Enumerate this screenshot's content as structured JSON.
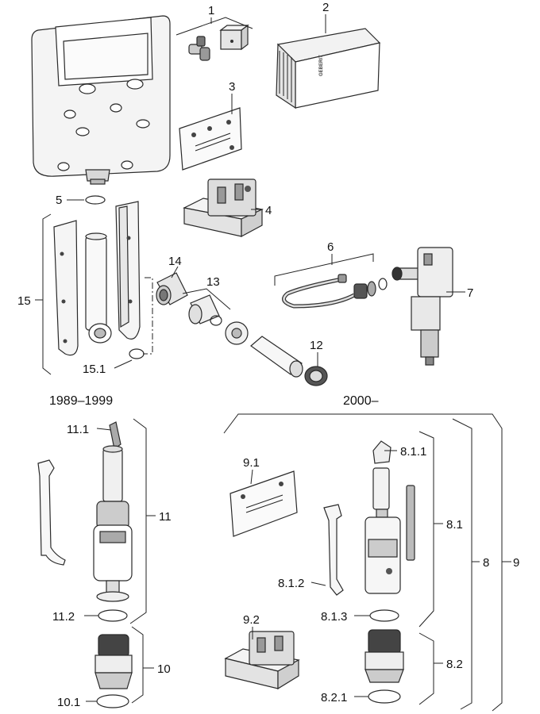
{
  "era_labels": {
    "old": "1989–1999",
    "new": "2000–"
  },
  "callouts": {
    "c1": "1",
    "c2": "2",
    "c3": "3",
    "c4": "4",
    "c5": "5",
    "c6": "6",
    "c7": "7",
    "c8": "8",
    "c9": "9",
    "c10": "10",
    "c11": "11",
    "c12": "12",
    "c13": "13",
    "c14": "14",
    "c15": "15",
    "c15_1": "15.1",
    "c11_1": "11.1",
    "c11_2": "11.2",
    "c10_1": "10.1",
    "c9_1": "9.1",
    "c9_2": "9.2",
    "c8_1": "8.1",
    "c8_1_1": "8.1.1",
    "c8_1_2": "8.1.2",
    "c8_1_3": "8.1.3",
    "c8_2": "8.2",
    "c8_2_1": "8.2.1"
  },
  "brand_mark": "GEBERIT"
}
